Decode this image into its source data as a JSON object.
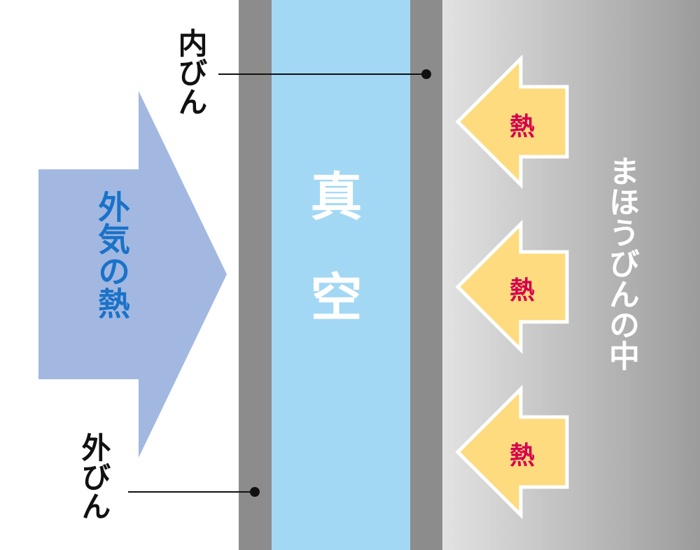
{
  "labels": {
    "inner_bottle": "内びん",
    "outer_bottle": "外びん",
    "outside_heat": "外気の熱",
    "vacuum": "真空",
    "bottle_interior": "まほうびんの中"
  },
  "heat_arrows": [
    {
      "label": "熱"
    },
    {
      "label": "熱"
    },
    {
      "label": "熱"
    }
  ],
  "colors": {
    "outer_wall": "#8c8c8c",
    "vacuum_fill": "#a3d8f5",
    "outside_arrow": "#a2b8e0",
    "heat_arrow_fill": "#fddb7e",
    "heat_arrow_stroke": "#ffffff",
    "heat_text": "#d6004e",
    "outside_heat_text": "#1a72c9",
    "interior_gradient_start": "#e2e2e2",
    "interior_gradient_end": "#9c9c9c"
  }
}
